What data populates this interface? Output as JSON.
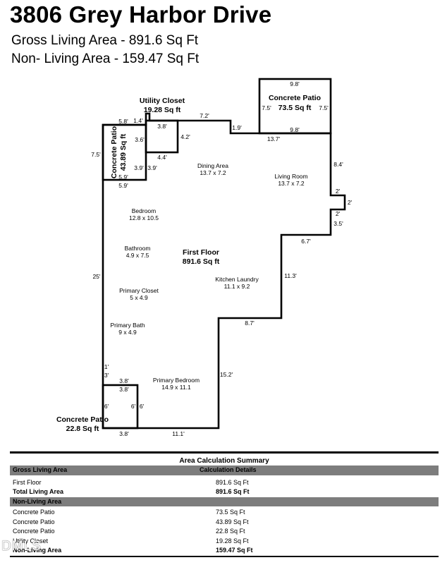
{
  "header": {
    "address": "3806 Grey Harbor Drive",
    "gross_line": "Gross Living Area - 891.6 Sq Ft",
    "non_living_line": "Non- Living Area - 159.47 Sq Ft"
  },
  "plan": {
    "first_floor": {
      "name": "First Floor",
      "area": "891.6 Sq ft"
    },
    "utility_closet": {
      "name": "Utility Closet",
      "area": "19.28 Sq ft"
    },
    "patio_top": {
      "name": "Concrete Patio",
      "area": "73.5 Sq ft"
    },
    "patio_left": {
      "name": "Concrete Patio",
      "area": "43.89 Sq ft"
    },
    "patio_bottom": {
      "name": "Concrete Patio",
      "area": "22.8 Sq ft"
    },
    "rooms": {
      "dining": {
        "name": "Dining Area",
        "dims": "13.7 x 7.2"
      },
      "living": {
        "name": "Living Room",
        "dims": "13.7 x 7.2"
      },
      "bedroom": {
        "name": "Bedroom",
        "dims": "12.8 x 10.5"
      },
      "bathroom": {
        "name": "Bathroom",
        "dims": "4.9 x 7.5"
      },
      "primary_closet": {
        "name": "Primary Closet",
        "dims": "5 x 4.9"
      },
      "primary_bath": {
        "name": "Primary Bath",
        "dims": "9 x 4.9"
      },
      "kitchen": {
        "name": "Kitchen Laundry",
        "dims": "11.1 x 9.2"
      },
      "primary_bedroom": {
        "name": "Primary Bedroom",
        "dims": "14.9 x 11.1"
      }
    },
    "dims": {
      "d_5_8": "5.8'",
      "d_1_4": "1.4'",
      "d_3_8_top": "3.8'",
      "d_7_2": "7.2'",
      "d_1_9": "1.9'",
      "d_4_2": "4.2'",
      "d_3_6": "3.6'",
      "d_4_4": "4.4'",
      "d_3_9_l": "3.9'",
      "d_3_9_r": "3.9'",
      "d_5_9_a": "5.9'",
      "d_5_9_b": "5.9'",
      "d_7_5_left": "7.5'",
      "d_9_8_top": "9.8'",
      "d_7_5_pl": "7.5'",
      "d_7_5_pr": "7.5'",
      "d_9_8_bot": "9.8'",
      "d_13_7": "13.7'",
      "d_8_4": "8.4'",
      "d_2_a": "2'",
      "d_2_b": "2'",
      "d_2_c": "2'",
      "d_3_5": "3.5'",
      "d_6_7": "6.7'",
      "d_11_3": "11.3'",
      "d_8_7": "8.7'",
      "d_15_2": "15.2'",
      "d_25": "25'",
      "d_1": "1'",
      "d_3": "3'",
      "d_3_8_a": "3.8'",
      "d_3_8_b": "3.8'",
      "d_6_l": "6'",
      "d_6_r1": "6'",
      "d_6_r2": "6'",
      "d_3_8_c": "3.8'",
      "d_11_1": "11.1'"
    }
  },
  "summary": {
    "title": "Area Calculation Summary",
    "gla_header": "Gross Living Area",
    "calc_header": "Calculation Details",
    "rows_gla": [
      {
        "label": "First Floor",
        "value": "891.6 Sq Ft",
        "bold": false
      },
      {
        "label": "Total Living Area",
        "value": "891.6 Sq Ft",
        "bold": true
      }
    ],
    "nla_header": "Non-Living Area",
    "rows_nla": [
      {
        "label": "Concrete Patio",
        "value": "73.5 Sq Ft",
        "bold": false
      },
      {
        "label": "Concrete Patio",
        "value": "43.89 Sq Ft",
        "bold": false
      },
      {
        "label": "Concrete Patio",
        "value": "22.8 Sq Ft",
        "bold": false
      },
      {
        "label": "Utility Closet",
        "value": "19.28 Sq Ft",
        "bold": false
      },
      {
        "label": "Non-Living Area",
        "value": "159.47 Sq Ft",
        "bold": true
      }
    ]
  },
  "watermark": "DMLS"
}
